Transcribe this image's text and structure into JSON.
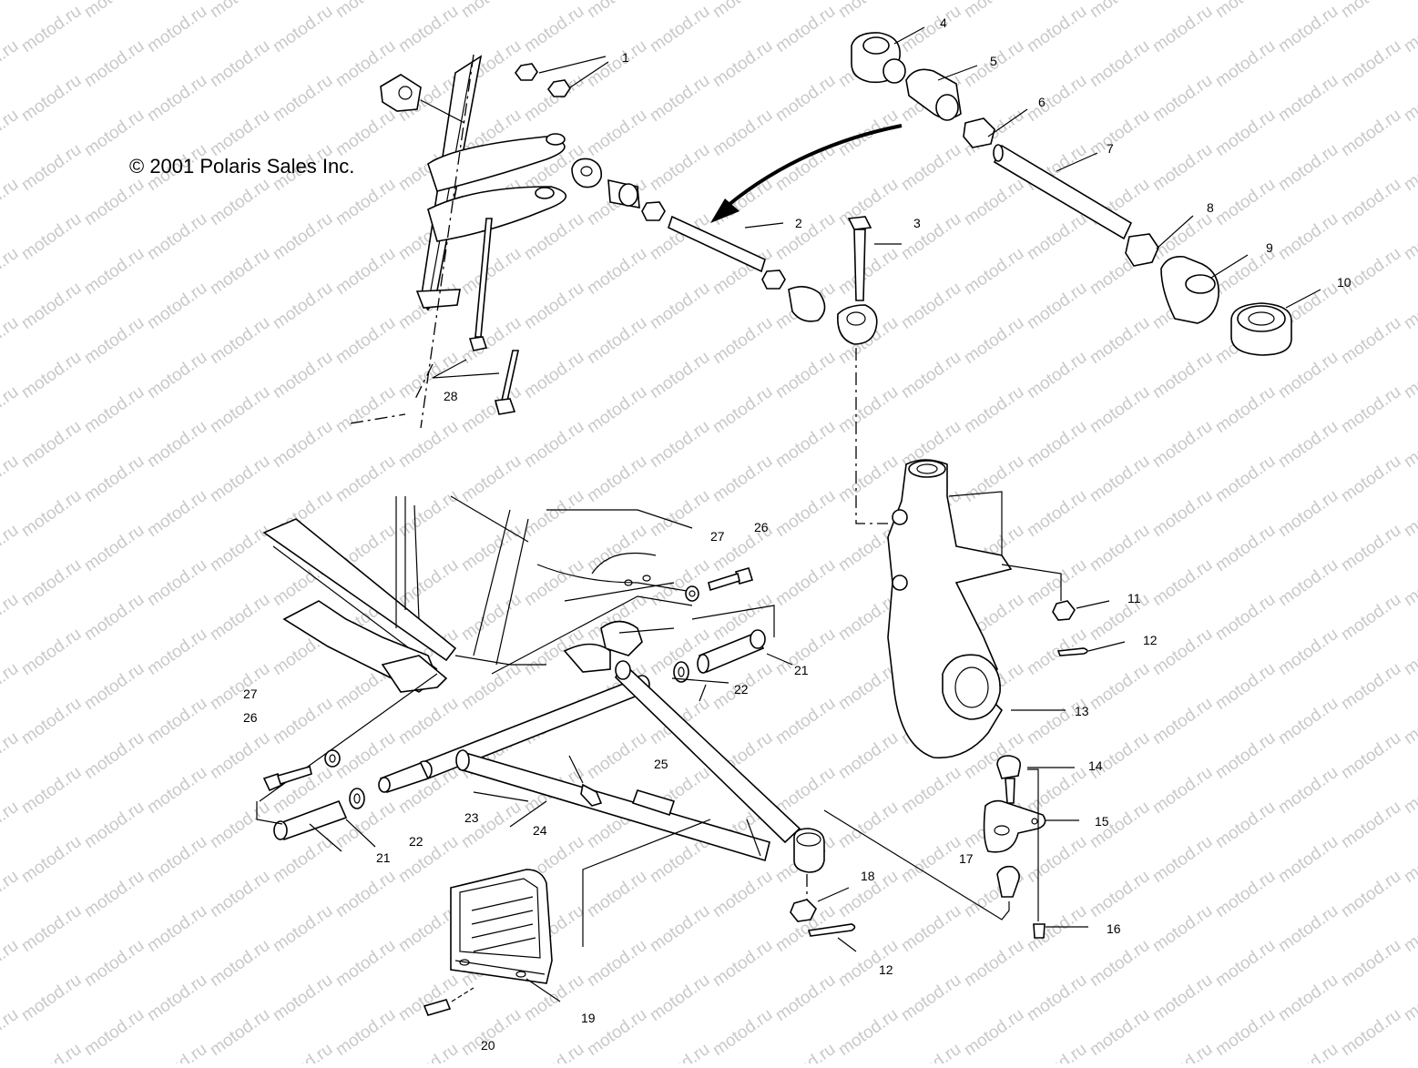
{
  "copyright": "© 2001 Polaris Sales Inc.",
  "watermark": "motod.ru",
  "callouts": [
    "1",
    "2",
    "3",
    "4",
    "5",
    "6",
    "7",
    "8",
    "9",
    "10",
    "11",
    "12",
    "12",
    "13",
    "14",
    "15",
    "16",
    "17",
    "18",
    "19",
    "20",
    "21",
    "21",
    "22",
    "22",
    "23",
    "24",
    "25",
    "26",
    "26",
    "27",
    "27",
    "28"
  ],
  "colors": {
    "line": "#000000",
    "watermark": "#c9c9c9",
    "background": "#ffffff"
  }
}
